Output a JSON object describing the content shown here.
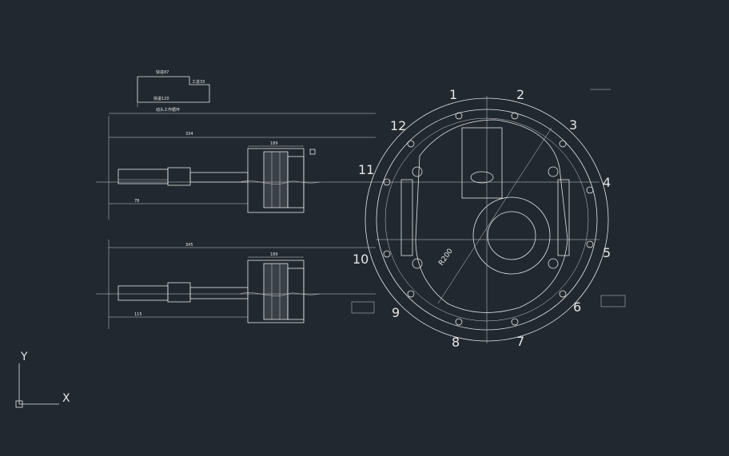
{
  "app": {
    "background": "#212830",
    "line_color": "#e6e6e6"
  },
  "annotations": {
    "fast_feed": "快进87",
    "work_feed": "工进33",
    "fast_return": "快退120",
    "head_cycle": "动头工作循环",
    "dim_total": "334",
    "dim_top": "189",
    "dim_total2": "345",
    "dim_top2": "189",
    "dim_r": "R200",
    "dim_small_a": "78",
    "dim_small_b": "115"
  },
  "hole_labels": [
    "1",
    "2",
    "3",
    "4",
    "5",
    "6",
    "7",
    "8",
    "9",
    "10",
    "11",
    "12"
  ],
  "ucs": {
    "x_label": "X",
    "y_label": "Y"
  }
}
